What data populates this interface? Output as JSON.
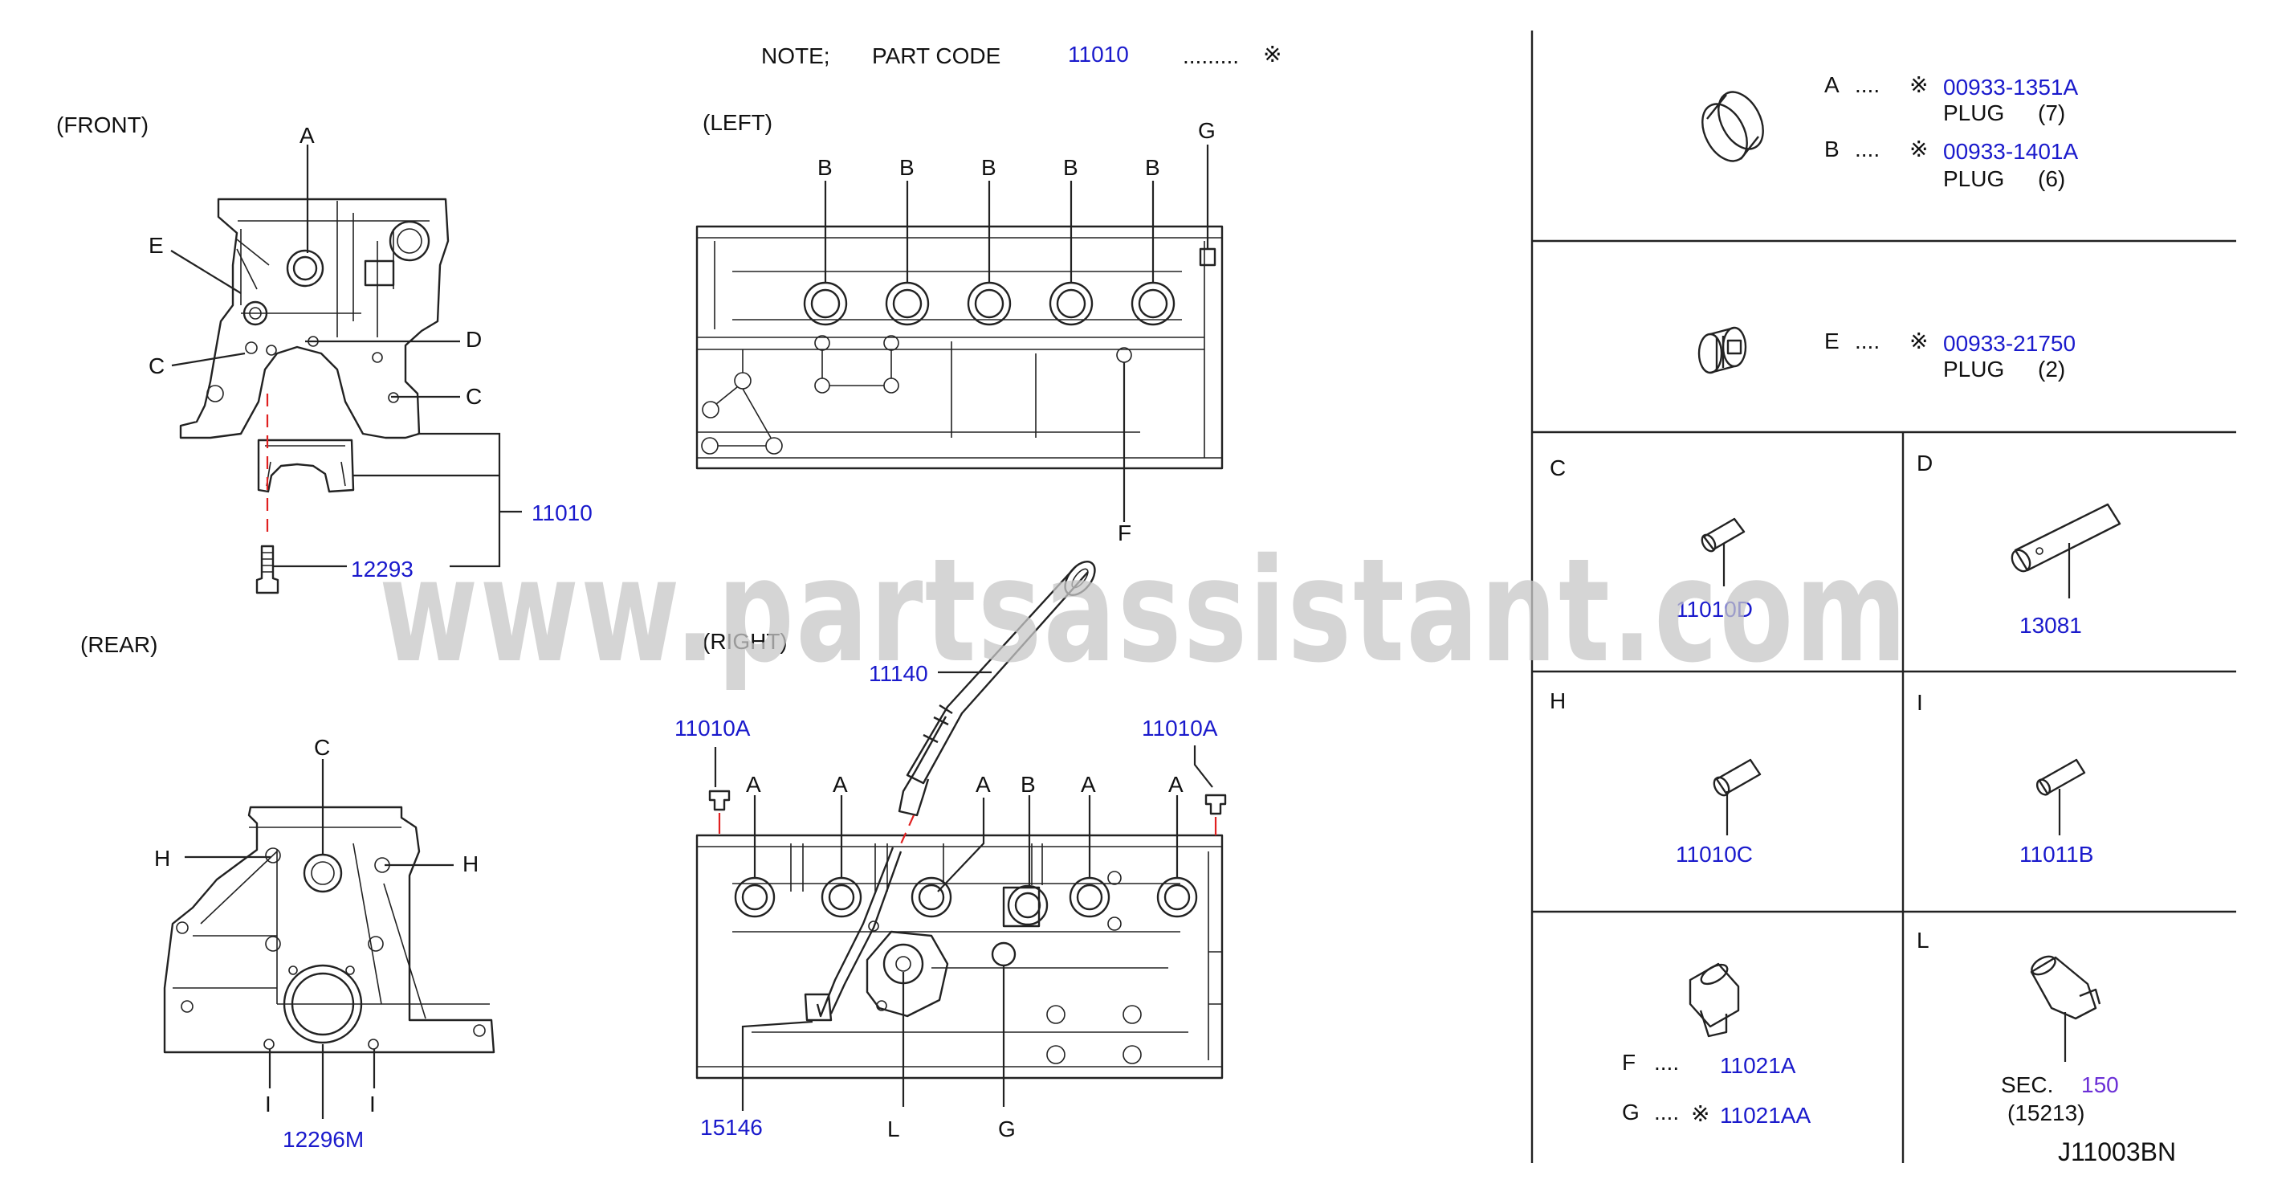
{
  "note": {
    "note_label": "NOTE;",
    "part_code_label": "PART   CODE",
    "part_code": "11010",
    "dots": ".........",
    "mark": "※"
  },
  "views": {
    "front": "(FRONT)",
    "rear": "(REAR)",
    "left": "(LEFT)",
    "right": "(RIGHT)"
  },
  "watermark": "www.partsassistant.com",
  "drawing_id": "J11003BN",
  "front": {
    "A": "A",
    "E": "E",
    "C1": "C",
    "D": "D",
    "C2": "C",
    "p11010": "11010",
    "p12293": "12293"
  },
  "rear": {
    "C": "C",
    "H1": "H",
    "H2": "H",
    "I1": "I",
    "I2": "I",
    "p12296M": "12296M"
  },
  "left": {
    "B": [
      "B",
      "B",
      "B",
      "B",
      "B"
    ],
    "G": "G",
    "F": "F"
  },
  "right": {
    "p11140": "11140",
    "p11010A_l": "11010A",
    "p11010A_r": "11010A",
    "letters": [
      "A",
      "A",
      "A",
      "B",
      "A",
      "A"
    ],
    "p15146": "15146",
    "L": "L",
    "G": "G"
  },
  "legend": {
    "A": {
      "letter": "A",
      "dots": "....",
      "mark": "※",
      "code": "00933-1351A",
      "name": "PLUG",
      "qty": "(7)"
    },
    "B": {
      "letter": "B",
      "dots": "....",
      "mark": "※",
      "code": "00933-1401A",
      "name": "PLUG",
      "qty": "(6)"
    },
    "E": {
      "letter": "E",
      "dots": "....",
      "mark": "※",
      "code": "00933-21750",
      "name": "PLUG",
      "qty": "(2)"
    },
    "C": {
      "letter": "C",
      "code": "11010D"
    },
    "D": {
      "letter": "D",
      "code": "13081"
    },
    "H": {
      "letter": "H",
      "code": "11010C"
    },
    "I": {
      "letter": "I",
      "code": "11011B"
    },
    "F": {
      "letter": "F",
      "dots": "....",
      "code": "11021A"
    },
    "G": {
      "letter": "G",
      "dots": "....",
      "mark": "※",
      "code": "11021AA"
    },
    "L": {
      "letter": "L",
      "sec_label": "SEC.",
      "sec_num": "150",
      "ref": "(15213)"
    }
  },
  "colors": {
    "link": "#1a1acc",
    "sec": "#6b2fd6",
    "centerline": "#e02020",
    "line": "#222222",
    "watermark": "#c8c8c8"
  }
}
